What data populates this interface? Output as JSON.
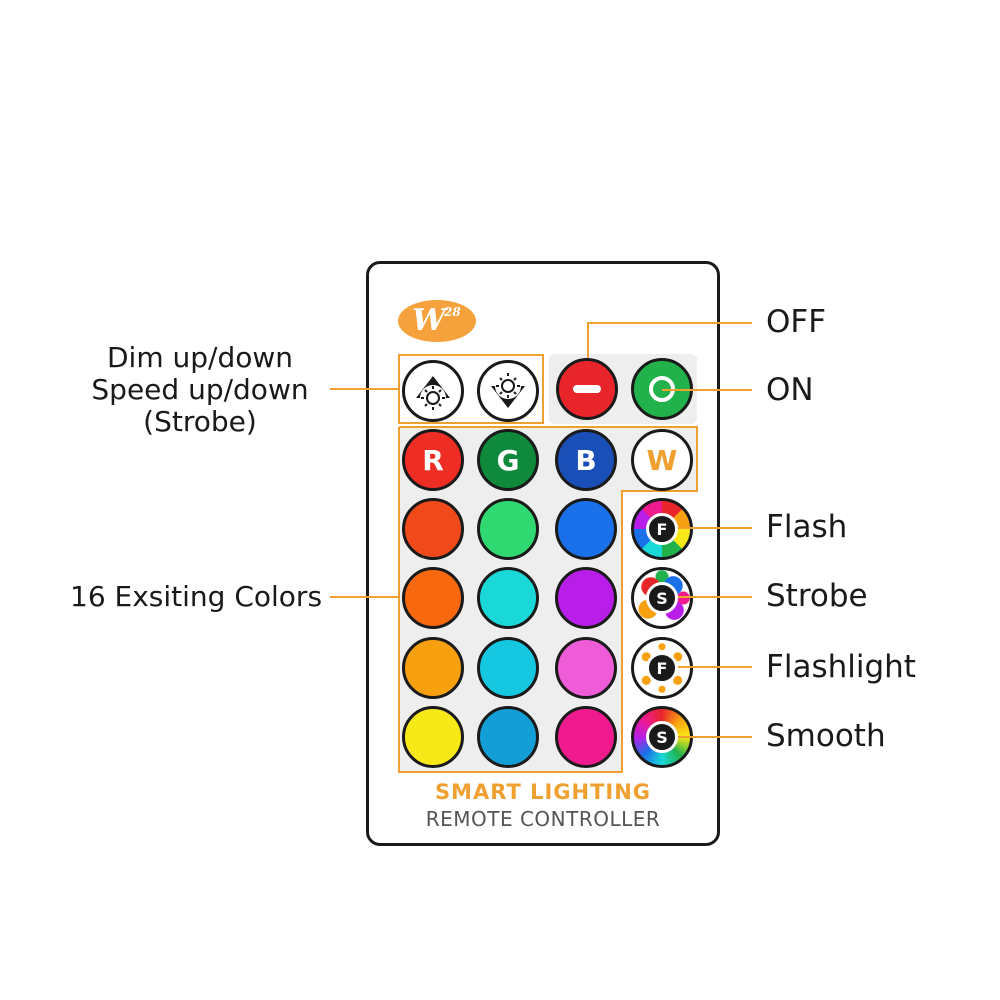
{
  "logo": {
    "letter": "W",
    "number": "28"
  },
  "buttons": {
    "dim_up_icon": "sun-up-icon",
    "dim_down_icon": "sun-down-icon",
    "off_icon": "minus-icon",
    "on_icon": "ring-icon",
    "red": "R",
    "green": "G",
    "blue": "B",
    "white": "W",
    "flash": "F",
    "strobe": "S",
    "flashlight": "F",
    "smooth": "S"
  },
  "colors": {
    "row1": [
      "#ee2e24",
      "#0f8a3c",
      "#1b4fb8",
      "#ffffff"
    ],
    "row2": [
      "#f04a1a",
      "#2fd870",
      "#1a70e8"
    ],
    "row3": [
      "#f7680f",
      "#1ad8d8",
      "#b81ee8"
    ],
    "row4": [
      "#f7a010",
      "#15c7e0",
      "#ee5cd8"
    ],
    "row5": [
      "#f7e817",
      "#149ed8",
      "#ee1a8e"
    ],
    "accent": "#f0a030",
    "on": "#22b24c",
    "off": "#e8252b"
  },
  "labels": {
    "dim_line1": "Dim up/down",
    "dim_line2": "Speed up/down",
    "dim_line3": "(Strobe)",
    "colors": "16 Exsiting Colors",
    "off": "OFF",
    "on": "ON",
    "flash": "Flash",
    "strobe": "Strobe",
    "flashlight": "Flashlight",
    "smooth": "Smooth"
  },
  "brand": {
    "line1": "SMART LIGHTING",
    "line2": "REMOTE CONTROLLER"
  }
}
